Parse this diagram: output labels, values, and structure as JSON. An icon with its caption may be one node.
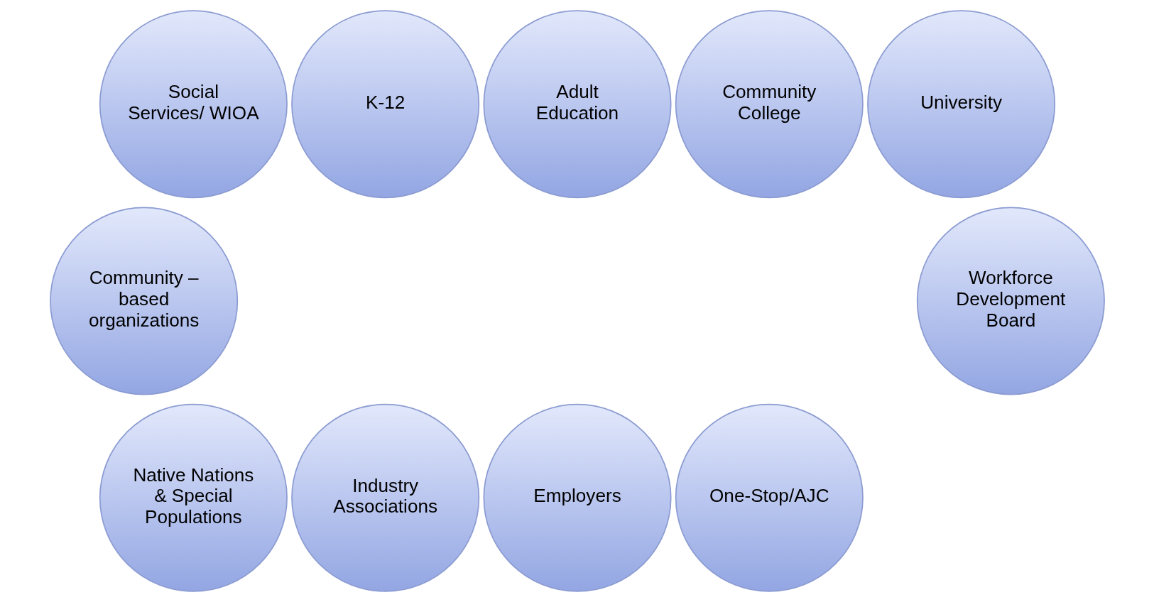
{
  "diagram": {
    "nodes": [
      {
        "text": [
          "Social Services/ WIOA"
        ]
      },
      {
        "text": [
          "K-12"
        ]
      },
      {
        "text": [
          "Adult Education"
        ]
      },
      {
        "text": [
          "Community College"
        ]
      },
      {
        "text": [
          "University"
        ]
      },
      {
        "text": [
          "Workforce Development Board"
        ]
      },
      {
        "text": [
          "One-Stop/AJC"
        ]
      },
      {
        "text": [
          "Employers"
        ]
      },
      {
        "text": [
          "Industry Associations"
        ]
      },
      {
        "text": [
          "Native Nations & Special Populations"
        ]
      },
      {
        "text": [
          "Community – based organizations"
        ]
      }
    ]
  }
}
